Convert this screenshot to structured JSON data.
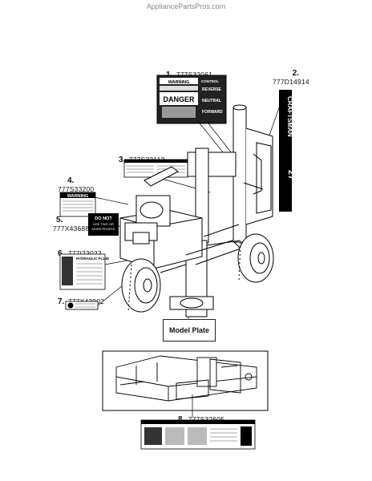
{
  "site": "AppliancePartsPros.com",
  "labels": [
    {
      "num": "1.",
      "part": "777S32061"
    },
    {
      "num": "2.",
      "part": "777D14914"
    },
    {
      "num": "3.",
      "part": "777S33112"
    },
    {
      "num": "4.",
      "part": "777S33200"
    },
    {
      "num": "5.",
      "part": "777X43688"
    },
    {
      "num": "6.",
      "part": "777I23022"
    },
    {
      "num": "7.",
      "part": "777X43902"
    },
    {
      "num": "8.",
      "part": "777S32605"
    }
  ],
  "model_plate": "Model Plate",
  "decal1": {
    "warning": "WARNING",
    "control": "CONTROL",
    "danger": "DANGER",
    "reverse": "REVERSE",
    "neutral": "NEUTRAL",
    "forward": "FORWARD"
  },
  "decal2": {
    "brand": "CRAFTSMAN",
    "rating": "27"
  },
  "decal4": {
    "warning": "WARNING"
  },
  "decal5": {
    "line1": "DO NOT",
    "line2": "USE TWO OR",
    "line3": "MORE PEOPLE"
  },
  "decal6": {
    "title": "HYDRAULIC FLUID"
  }
}
